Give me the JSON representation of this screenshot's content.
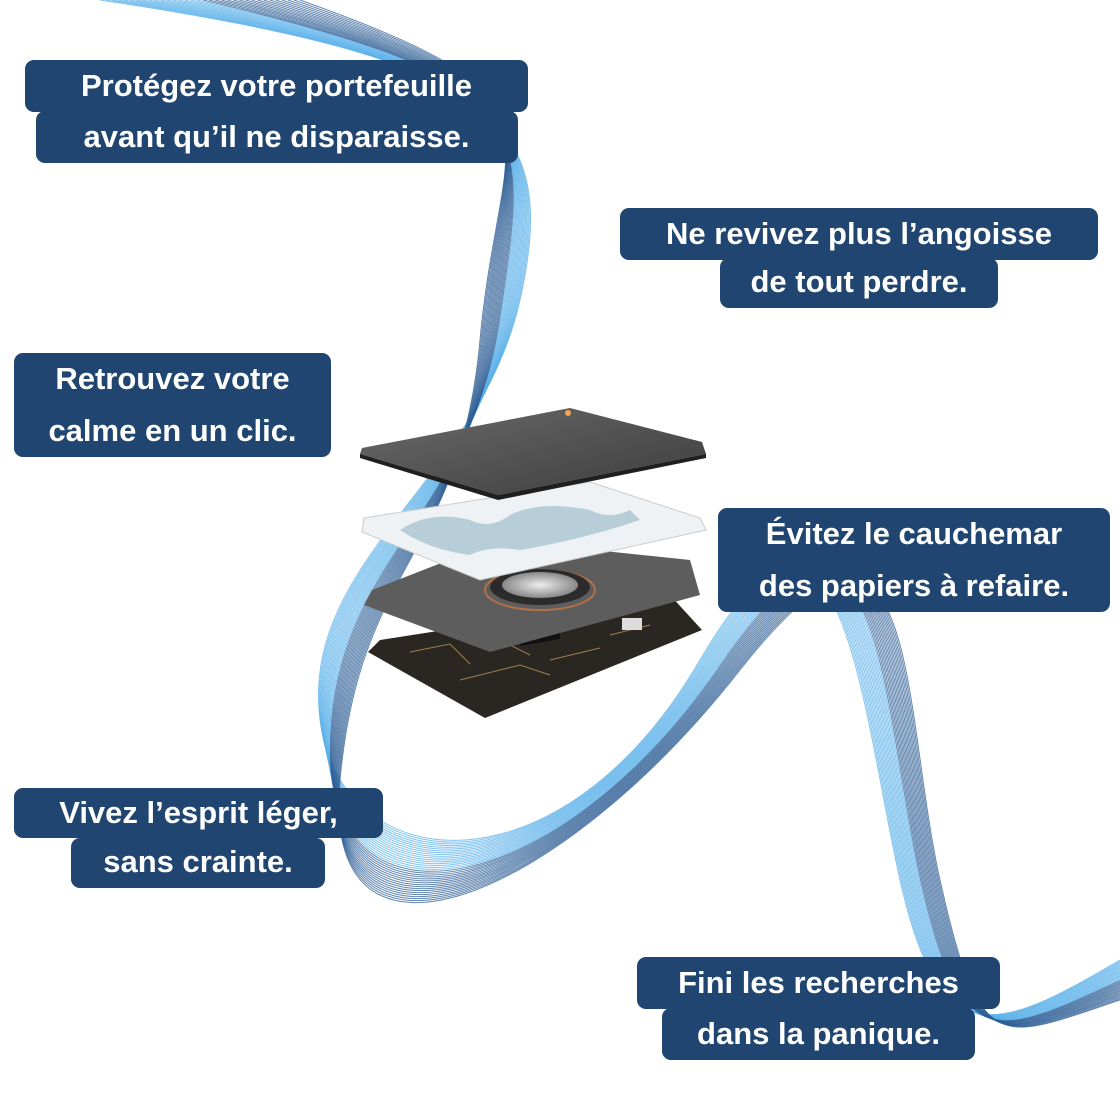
{
  "colors": {
    "callout_bg": "#1f4570",
    "callout_text": "#ffffff",
    "wave_light": "#5ab0ea",
    "wave_dark": "#2f5f95"
  },
  "product_image": {
    "icon": "exploded-smart-card-icon"
  },
  "callouts": [
    {
      "lines": [
        "Protégez votre portefeuille",
        "avant qu’il ne disparaisse."
      ]
    },
    {
      "lines": [
        "Ne revivez plus l’angoisse",
        "de tout perdre."
      ]
    },
    {
      "lines": [
        "Retrouvez votre",
        "calme en un clic."
      ]
    },
    {
      "lines": [
        "Évitez le cauchemar",
        "des papiers à refaire."
      ]
    },
    {
      "lines": [
        "Vivez l’esprit léger,",
        "sans crainte."
      ]
    },
    {
      "lines": [
        "Fini les recherches",
        "dans la panique."
      ]
    }
  ]
}
